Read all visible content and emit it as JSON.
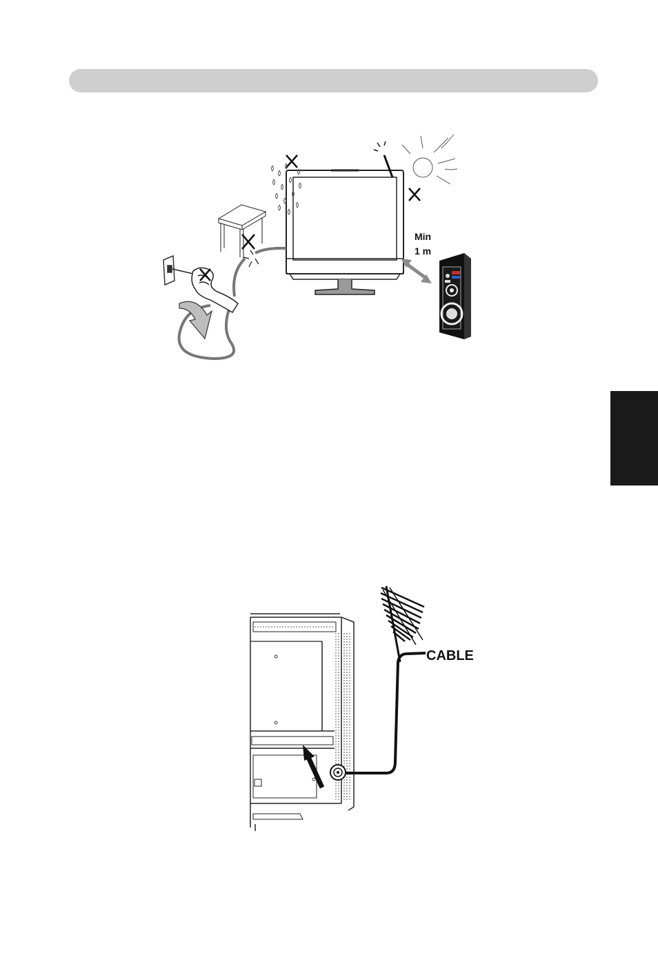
{
  "header": {
    "color": "#cfcfcf"
  },
  "side_tab": {
    "color": "#1a1a1a"
  },
  "safety_figure": {
    "speaker_distance_line1": "Min",
    "speaker_distance_line2": "1 m"
  },
  "antenna_figure": {
    "cable_label": "CABLE"
  }
}
